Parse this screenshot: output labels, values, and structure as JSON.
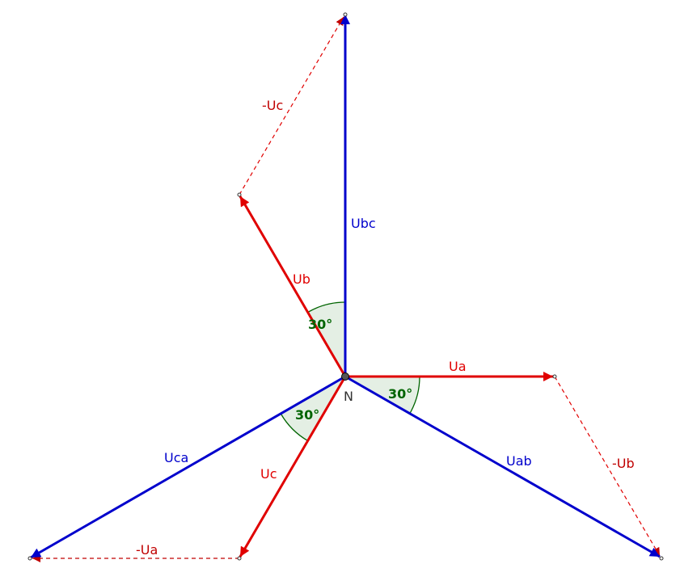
{
  "title": "Phasor diagram of phase and line voltages (star connection)",
  "neutral_label": "N",
  "phase_voltages": {
    "a": "Ua",
    "b": "Ub",
    "c": "Uc"
  },
  "line_voltages": {
    "ab": "Uab",
    "bc": "Ubc",
    "ca": "Uca"
  },
  "negated_phase_voltages": {
    "a": "-Ua",
    "b": "-Ub",
    "c": "-Uc"
  },
  "angles": [
    "30°",
    "30°",
    "30°"
  ],
  "colors": {
    "phase": "#e00000",
    "line": "#0000cc",
    "negated": "#c00000",
    "angle": "#006400",
    "angle_fill": "#e4efe4"
  }
}
